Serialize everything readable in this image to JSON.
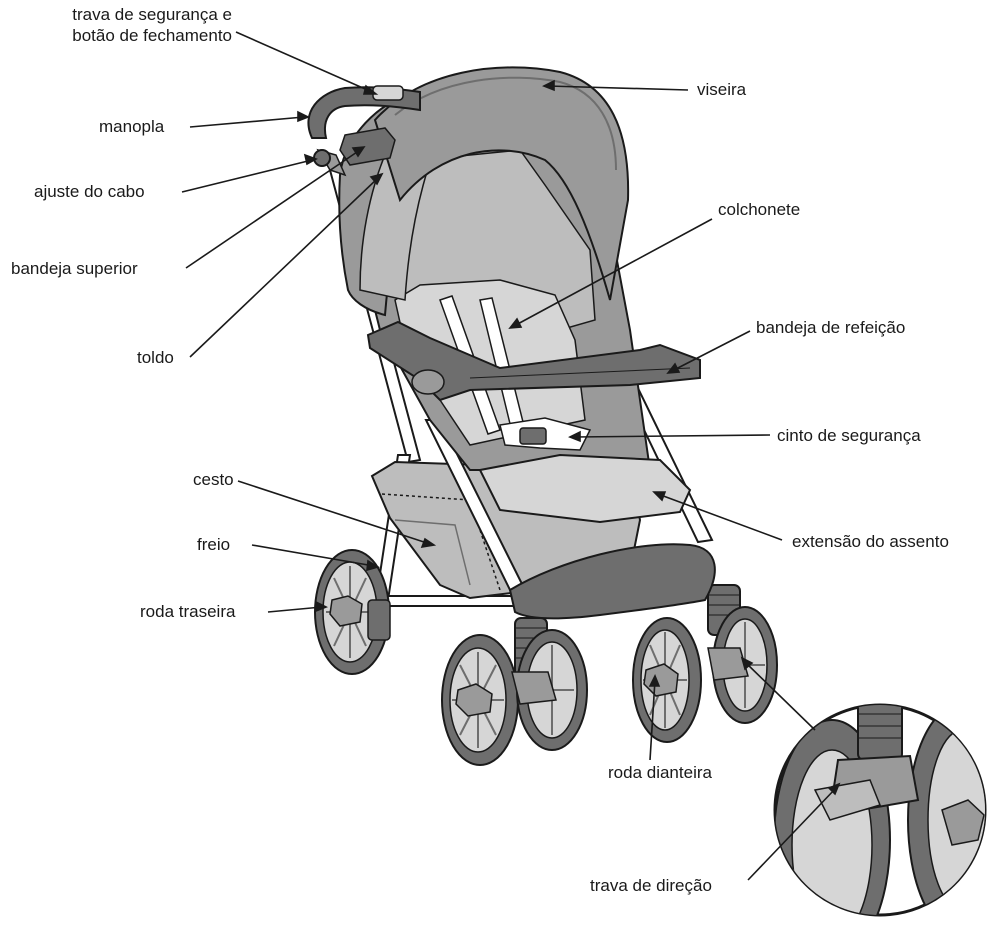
{
  "labels": {
    "safety_lock": "trava de segurança e",
    "safety_lock_2": "botão de fechamento",
    "handle": "manopla",
    "handle_adjust": "ajuste do cabo",
    "parent_tray": "bandeja superior",
    "canopy": "toldo",
    "visor": "viseira",
    "seat_pad": "colchonete",
    "child_tray": "bandeja de refeição",
    "harness": "cinto de segurança",
    "basket": "cesto",
    "brake": "freio",
    "rear_wheel": "roda traseira",
    "seat_extension": "extensão do assento",
    "front_wheel": "roda dianteira",
    "swivel_lock": "trava de direção"
  },
  "colors": {
    "outline": "#1a1a1a",
    "dark_gray": "#6e6e6e",
    "mid_gray": "#9a9a9a",
    "light_gray": "#bdbdbd",
    "pale_gray": "#d6d6d6",
    "frame": "#ffffff"
  }
}
